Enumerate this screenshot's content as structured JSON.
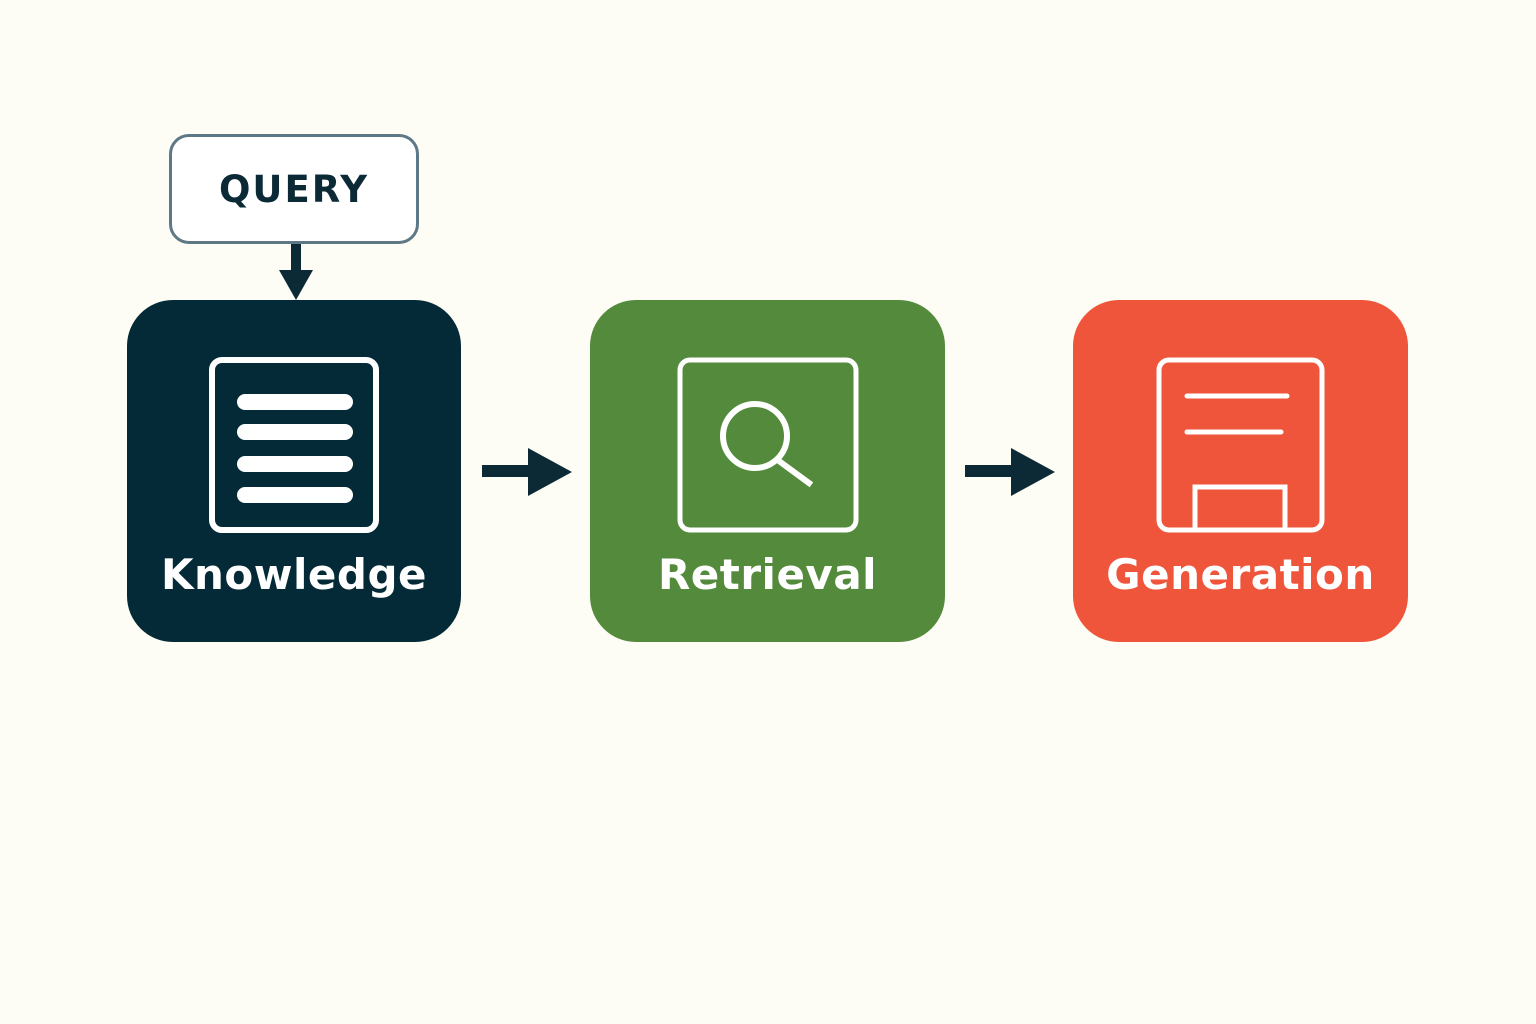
{
  "query": {
    "label": "QUERY"
  },
  "stages": [
    {
      "id": "knowledge",
      "label": "Knowledge",
      "color": "#032a36",
      "icon": "document-list-icon"
    },
    {
      "id": "retrieval",
      "label": "Retrieval",
      "color": "#548a3c",
      "icon": "search-icon"
    },
    {
      "id": "generation",
      "label": "Generation",
      "color": "#ef553a",
      "icon": "save-document-icon"
    }
  ],
  "arrow_color": "#0b2a36"
}
